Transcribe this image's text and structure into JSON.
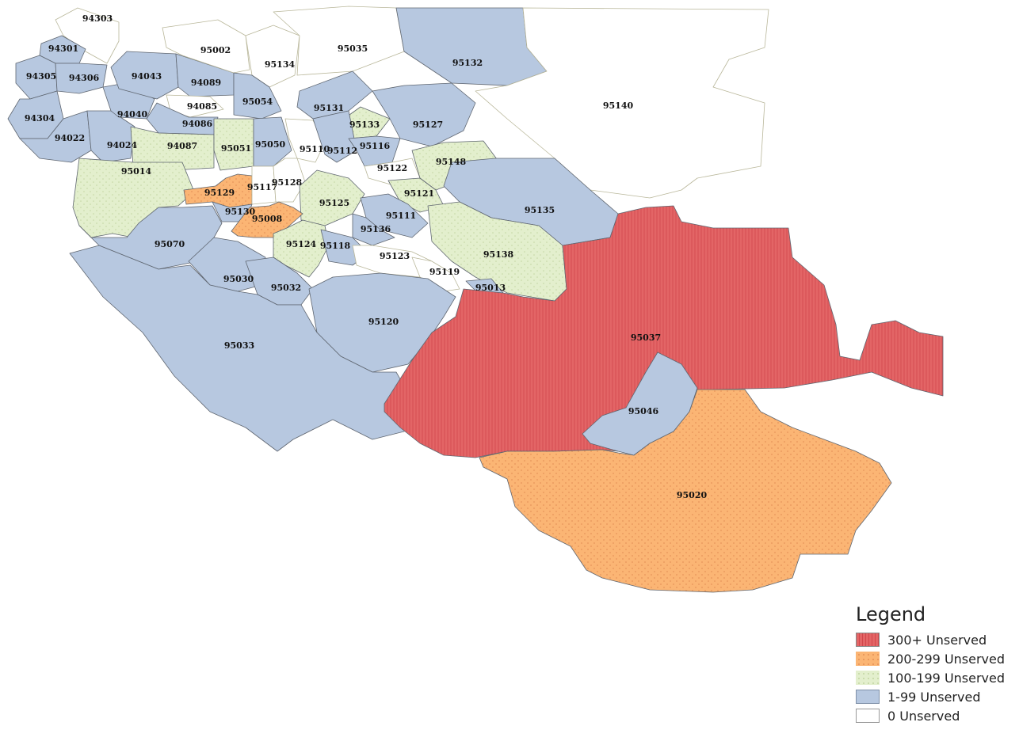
{
  "legend": {
    "title": "Legend",
    "items": [
      {
        "label": "300+ Unserved",
        "color": "#e36566",
        "pattern": "vertical-lines"
      },
      {
        "label": "200-299 Unserved",
        "color": "#fbb574",
        "pattern": "dots"
      },
      {
        "label": "100-199 Unserved",
        "color": "#e3efcd",
        "pattern": "dots"
      },
      {
        "label": "1-99 Unserved",
        "color": "#b7c8e0",
        "pattern": "solid"
      },
      {
        "label": "0 Unserved",
        "color": "#ffffff",
        "pattern": "solid"
      }
    ]
  },
  "zip_codes": [
    {
      "zip": "94303",
      "category": "0 Unserved"
    },
    {
      "zip": "94301",
      "category": "1-99 Unserved"
    },
    {
      "zip": "94305",
      "category": "1-99 Unserved"
    },
    {
      "zip": "94306",
      "category": "1-99 Unserved"
    },
    {
      "zip": "94304",
      "category": "1-99 Unserved"
    },
    {
      "zip": "94022",
      "category": "1-99 Unserved"
    },
    {
      "zip": "94024",
      "category": "1-99 Unserved"
    },
    {
      "zip": "94040",
      "category": "1-99 Unserved"
    },
    {
      "zip": "94043",
      "category": "1-99 Unserved"
    },
    {
      "zip": "94089",
      "category": "1-99 Unserved"
    },
    {
      "zip": "94085",
      "category": "0 Unserved"
    },
    {
      "zip": "94086",
      "category": "1-99 Unserved"
    },
    {
      "zip": "94087",
      "category": "100-199 Unserved"
    },
    {
      "zip": "95002",
      "category": "0 Unserved"
    },
    {
      "zip": "95134",
      "category": "0 Unserved"
    },
    {
      "zip": "95035",
      "category": "0 Unserved"
    },
    {
      "zip": "95132",
      "category": "1-99 Unserved"
    },
    {
      "zip": "95140",
      "category": "0 Unserved"
    },
    {
      "zip": "95054",
      "category": "1-99 Unserved"
    },
    {
      "zip": "95131",
      "category": "1-99 Unserved"
    },
    {
      "zip": "95133",
      "category": "100-199 Unserved"
    },
    {
      "zip": "95127",
      "category": "1-99 Unserved"
    },
    {
      "zip": "95051",
      "category": "100-199 Unserved"
    },
    {
      "zip": "95050",
      "category": "1-99 Unserved"
    },
    {
      "zip": "95110",
      "category": "0 Unserved"
    },
    {
      "zip": "95112",
      "category": "1-99 Unserved"
    },
    {
      "zip": "95116",
      "category": "1-99 Unserved"
    },
    {
      "zip": "95122",
      "category": "0 Unserved"
    },
    {
      "zip": "95148",
      "category": "100-199 Unserved"
    },
    {
      "zip": "95014",
      "category": "100-199 Unserved"
    },
    {
      "zip": "95129",
      "category": "200-299 Unserved"
    },
    {
      "zip": "95117",
      "category": "0 Unserved"
    },
    {
      "zip": "95128",
      "category": "0 Unserved"
    },
    {
      "zip": "95121",
      "category": "100-199 Unserved"
    },
    {
      "zip": "95125",
      "category": "100-199 Unserved"
    },
    {
      "zip": "95130",
      "category": "1-99 Unserved"
    },
    {
      "zip": "95008",
      "category": "200-299 Unserved"
    },
    {
      "zip": "95111",
      "category": "1-99 Unserved"
    },
    {
      "zip": "95135",
      "category": "1-99 Unserved"
    },
    {
      "zip": "95136",
      "category": "1-99 Unserved"
    },
    {
      "zip": "95070",
      "category": "1-99 Unserved"
    },
    {
      "zip": "95124",
      "category": "100-199 Unserved"
    },
    {
      "zip": "95118",
      "category": "1-99 Unserved"
    },
    {
      "zip": "95123",
      "category": "0 Unserved"
    },
    {
      "zip": "95138",
      "category": "100-199 Unserved"
    },
    {
      "zip": "95119",
      "category": "0 Unserved"
    },
    {
      "zip": "95013",
      "category": "1-99 Unserved"
    },
    {
      "zip": "95030",
      "category": "1-99 Unserved"
    },
    {
      "zip": "95032",
      "category": "1-99 Unserved"
    },
    {
      "zip": "95120",
      "category": "1-99 Unserved"
    },
    {
      "zip": "95033",
      "category": "1-99 Unserved"
    },
    {
      "zip": "95037",
      "category": "300+ Unserved"
    },
    {
      "zip": "95046",
      "category": "1-99 Unserved"
    },
    {
      "zip": "95020",
      "category": "200-299 Unserved"
    }
  ]
}
